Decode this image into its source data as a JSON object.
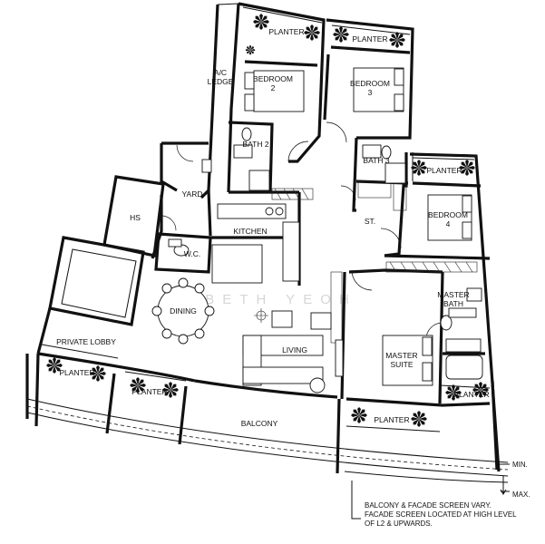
{
  "rooms": {
    "planter_top_left": "PLANTER",
    "planter_top_right": "PLANTER",
    "ac_ledge": "A/C\nLEDGE",
    "bedroom2": "BEDROOM\n2",
    "bedroom3": "BEDROOM\n3",
    "bath2": "BATH 2",
    "bath3": "BATH 3",
    "planter_right": "PLANTER",
    "yard": "YARD",
    "hs": "HS",
    "kitchen": "KITCHEN",
    "wc": "W.C.",
    "st": "ST.",
    "bedroom4": "BEDROOM\n4",
    "dining": "DINING",
    "master_bath": "MASTER\nBATH",
    "private_lobby": "PRIVATE LOBBY",
    "living": "LIVING",
    "master_suite": "MASTER\nSUITE",
    "planter_lobby": "PLANTER",
    "planter_living": "PLANTER",
    "planter_master": "PLANTER",
    "planter_suite": "PLANTER",
    "balcony": "BALCONY"
  },
  "dimension_labels": {
    "min": "MIN.",
    "max": "MAX."
  },
  "note": "BALCONY & FACADE SCREEN VARY.\nFACADE SCREEN LOCATED AT HIGH LEVEL\nOF L2 & UPWARDS.",
  "watermark": "BETH YEOH"
}
